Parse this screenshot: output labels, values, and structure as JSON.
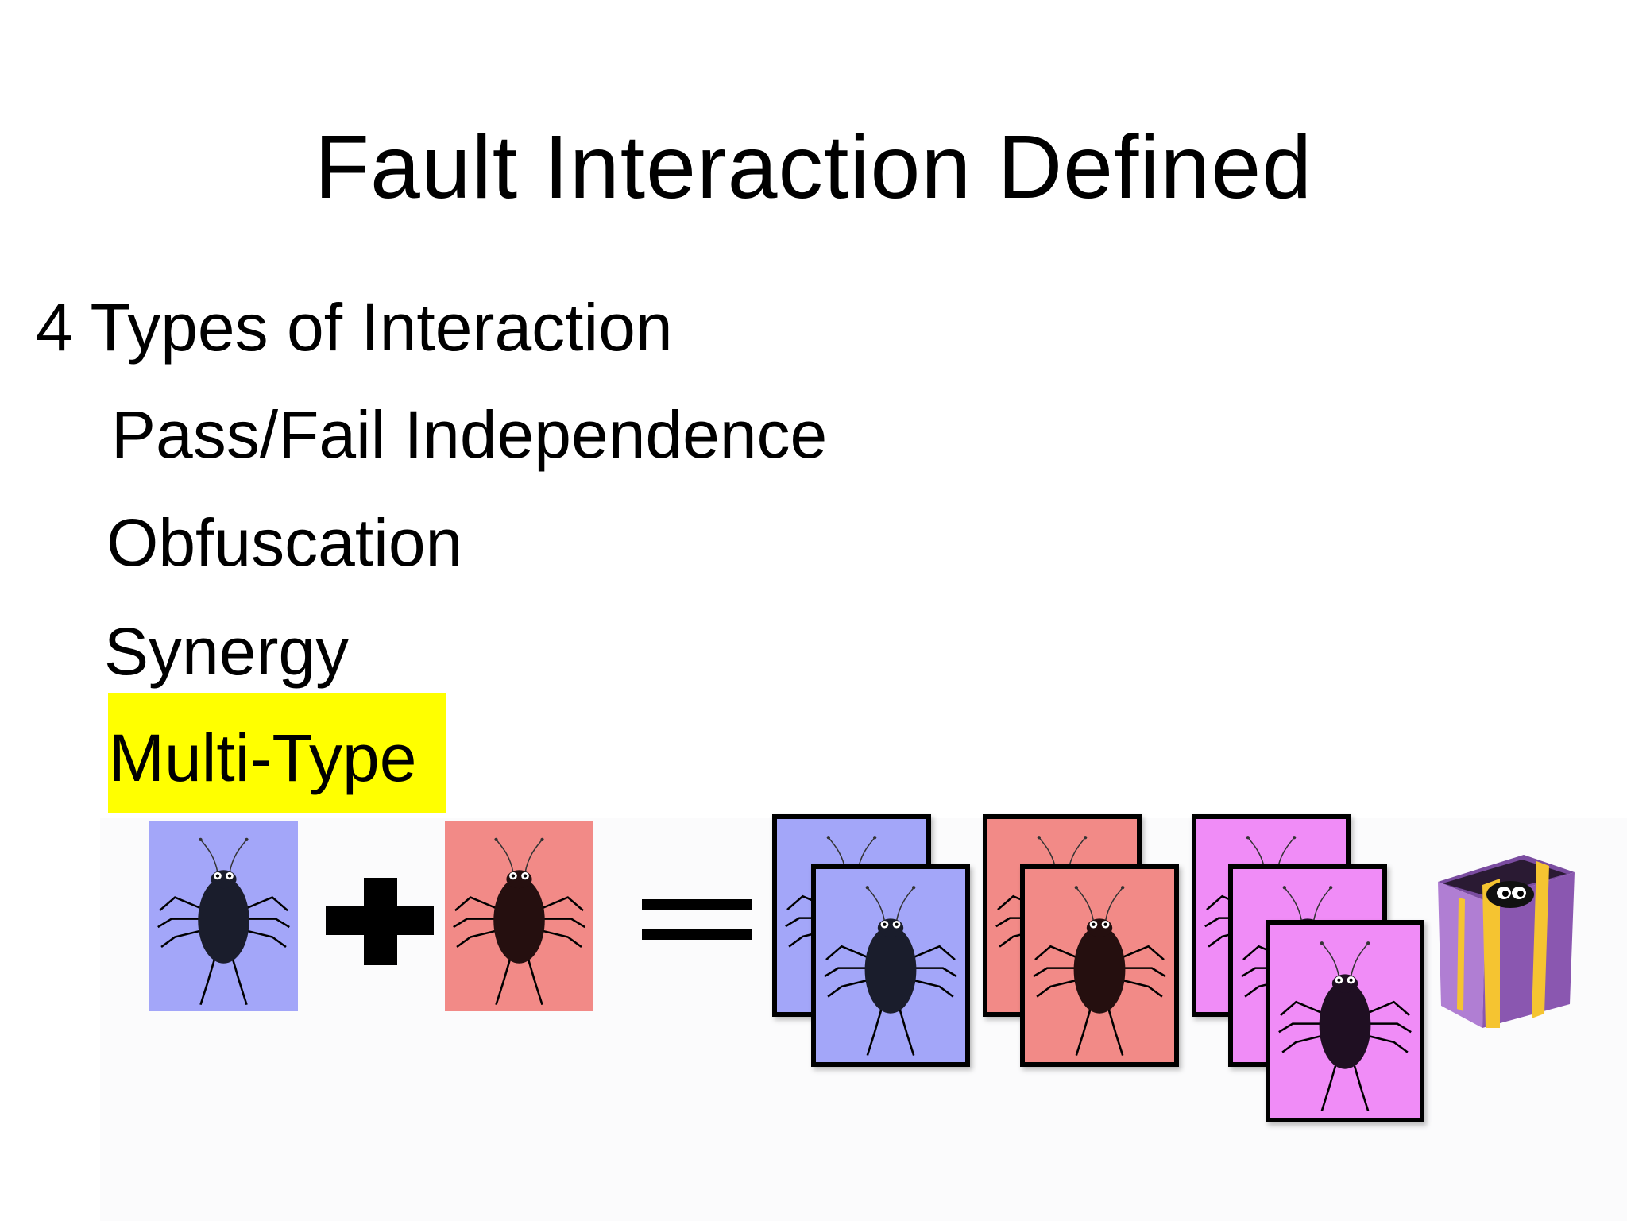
{
  "slide": {
    "title": "Fault Interaction Defined",
    "heading": "4 Types of Interaction",
    "items": [
      "Pass/Fail Independence",
      "Obfuscation",
      "Synergy",
      "Multi-Type"
    ],
    "highlighted_item": "Multi-Type",
    "highlight_color": "#ffff00"
  },
  "illustration": {
    "icons": [
      "bug-card-icon",
      "plus-icon",
      "equals-icon",
      "mystery-box-icon"
    ],
    "card_colors": {
      "blue": "#a3a6f9",
      "red": "#f28a87",
      "pink": "#f08cf7"
    },
    "box_colors": {
      "body": "#9a62c0",
      "ribbon": "#f5c431"
    }
  }
}
